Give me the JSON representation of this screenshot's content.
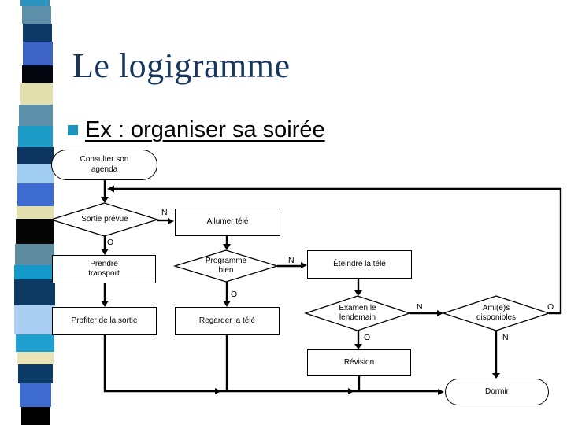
{
  "slide": {
    "title": "Le logigramme",
    "bullet": "Ex : organiser sa soirée"
  },
  "colors": {
    "title_text": "#17375E",
    "bullet_square": "#1D94C0",
    "flow_line": "#000000",
    "node_fill": "#FFFFFF",
    "node_border": "#000000"
  },
  "strip_colors": [
    "#2B93BE",
    "#5E8FA8",
    "#0E3866",
    "#3E64C8",
    "#03070F",
    "#E2DFAE",
    "#5E8FA8",
    "#1E9CC8",
    "#0E3460",
    "#A0CCF0",
    "#3E6BD0",
    "#E2DFAE",
    "#050505",
    "#5E8BA0",
    "#139ACB",
    "#0C3A63",
    "#AACFF2",
    "#1F9FD0",
    "#E8E4B8",
    "#0D3B68",
    "#3E6BD0",
    "#000000"
  ],
  "flowchart": {
    "nodes": {
      "consulter_agenda": "Consulter son agenda",
      "sortie_prevue": "Sortie prévue",
      "allumer_tele": "Allumer télé",
      "prendre_transport": "Prendre transport",
      "programme_bien": "Programme bien",
      "eteindre_tele": "Éteindre la télé",
      "profiter_sortie": "Profiter de la sortie",
      "regarder_tele": "Regarder la télé",
      "examen_lendemain": "Examen le lendemain",
      "amies_disponibles": "Ami(e)s disponibles",
      "revision": "Révision",
      "dormir": "Dormir"
    },
    "branch_labels": {
      "yes": "O",
      "no": "N"
    }
  }
}
